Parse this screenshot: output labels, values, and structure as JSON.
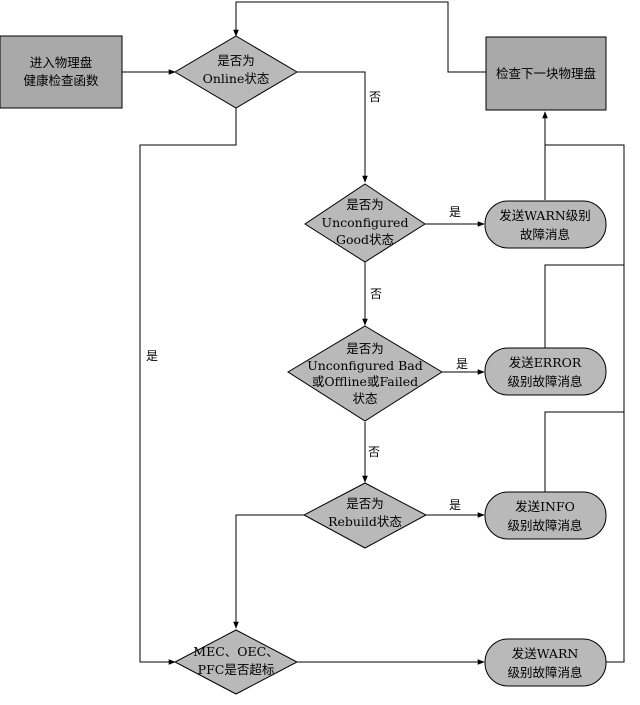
{
  "colors": {
    "shape_fill": "#b9b9b9",
    "box_fill": "#a9a9a9",
    "line": "#000000"
  },
  "nodes": {
    "start": [
      "进入物理盘",
      "健康检查函数"
    ],
    "online": [
      "是否为",
      "Online状态"
    ],
    "next_disk": [
      "检查下一块物理盘"
    ],
    "unconfigured_good": [
      "是否为",
      "Unconfigured",
      "Good状态"
    ],
    "warn1": [
      "发送WARN级别",
      "故障消息"
    ],
    "unconfigured_bad": [
      "是否为",
      "Unconfigured Bad",
      "或Offline或Failed",
      "状态"
    ],
    "error": [
      "发送ERROR",
      "级别故障消息"
    ],
    "rebuild": [
      "是否为",
      "Rebuild状态"
    ],
    "info": [
      "发送INFO",
      "级别故障消息"
    ],
    "threshold": [
      "MEC、OEC、",
      "PFC是否超标"
    ],
    "warn2": [
      "发送WARN",
      "级别故障消息"
    ]
  },
  "edge_labels": {
    "online_no": "否",
    "online_yes": "是",
    "good_yes": "是",
    "good_no": "否",
    "bad_yes": "是",
    "bad_no": "否",
    "rebuild_yes": "是"
  }
}
